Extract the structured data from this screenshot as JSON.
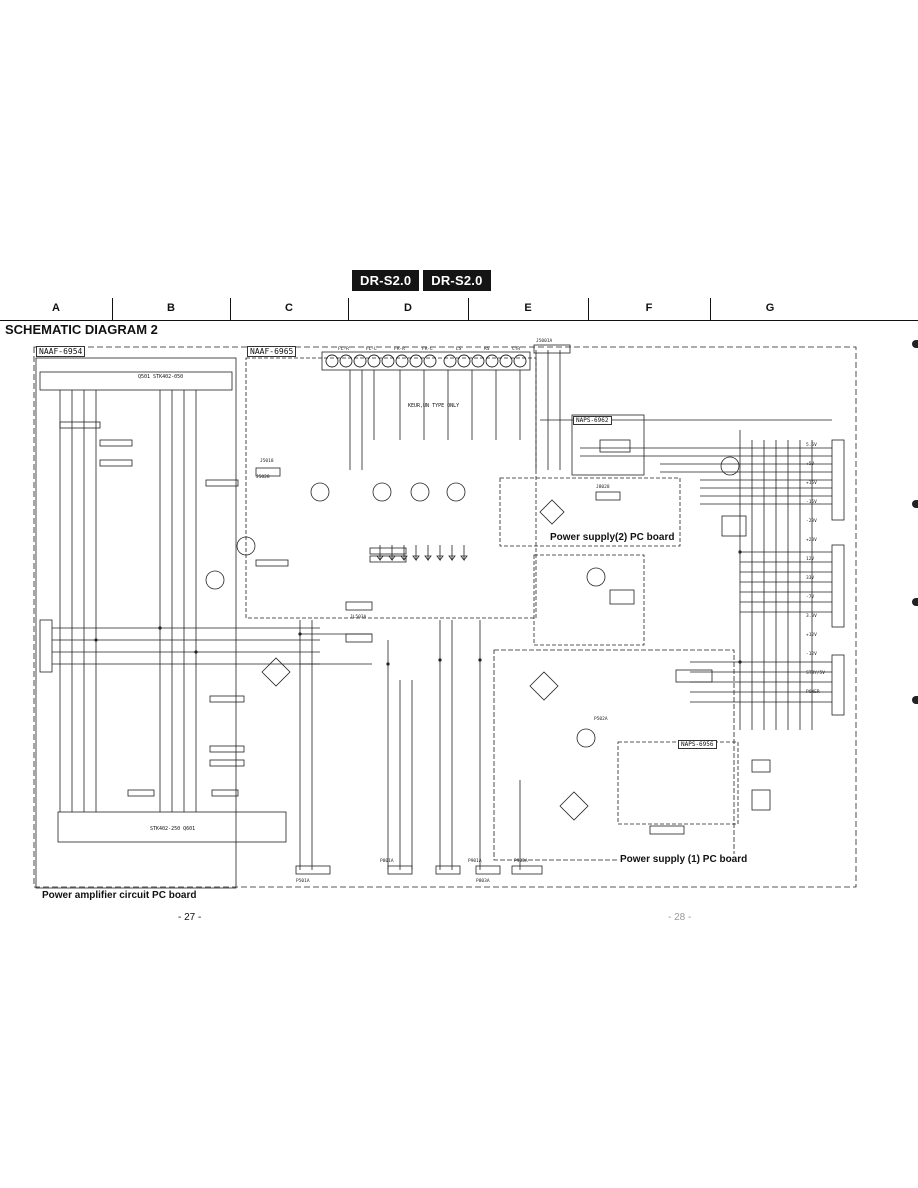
{
  "models": [
    "DR-S2.0",
    "DR-S2.0"
  ],
  "grid_columns": [
    "A",
    "B",
    "C",
    "D",
    "E",
    "F",
    "G"
  ],
  "title": "SCHEMATIC DIAGRAM 2",
  "boards": {
    "left_box": "NAAF-6954",
    "center_box": "NAAF-6965",
    "psu2_box": "NAPS-6962",
    "psu1_box": "NAPS-6956",
    "power_amp": "Power amplifier circuit PC board",
    "psu2": "Power supply(2) PC board",
    "psu1": "Power supply (1) PC board"
  },
  "ics": {
    "top_ic": "Q501  STK402-050",
    "bottom_ic": "STK402-250  Q601"
  },
  "connector_labels": [
    "P501A",
    "P801A",
    "P901A",
    "P803A",
    "P903A",
    "P502A",
    "J5001A",
    "JL503A",
    "J5018",
    "J5028",
    "J8028"
  ],
  "speaker_terminals": [
    "FL-R",
    "FL-L",
    "FR-R",
    "FR-L",
    "LS",
    "RS",
    "CTR"
  ],
  "voltage_labels": [
    "5.6V",
    "+5V",
    "+15V",
    "-15V",
    "-23V",
    "+23V",
    "12V",
    "33V",
    "-7V",
    "3.3V",
    "+12V",
    "-12V",
    "STBY/5V",
    "POWER"
  ],
  "notes": [
    "KEUR,UN TYPE ONLY",
    "Power supply(2) PC board",
    "Power supply (1) PC board"
  ],
  "page_numbers": [
    "- 27 -",
    "- 28 -"
  ]
}
